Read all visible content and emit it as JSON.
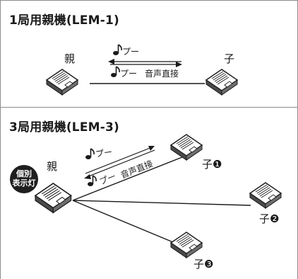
{
  "section1": {
    "title": "1局用親機(LEM-1)",
    "parent_label": "親",
    "child_label": "子",
    "signal_top": "プー",
    "signal_bottom": "プー",
    "direct_voice": "音声直接"
  },
  "section2": {
    "title": "3局用親機(LEM-3)",
    "parent_label": "親",
    "lamp_badge_line1": "個別",
    "lamp_badge_line2": "表示灯",
    "signal_top": "プー",
    "signal_bottom": "プー",
    "direct_voice": "音声直接",
    "children": [
      {
        "label": "子",
        "number": "❶"
      },
      {
        "label": "子",
        "number": "❷"
      },
      {
        "label": "子",
        "number": "❸"
      }
    ]
  },
  "colors": {
    "frame": "#8c8c8c",
    "ink": "#1a1a1a",
    "device_top": "#ffffff",
    "device_side": "#4a4a4a"
  },
  "icons": [
    "music-note-icon",
    "intercom-device-icon",
    "arrow-left-icon",
    "arrow-right-icon"
  ]
}
